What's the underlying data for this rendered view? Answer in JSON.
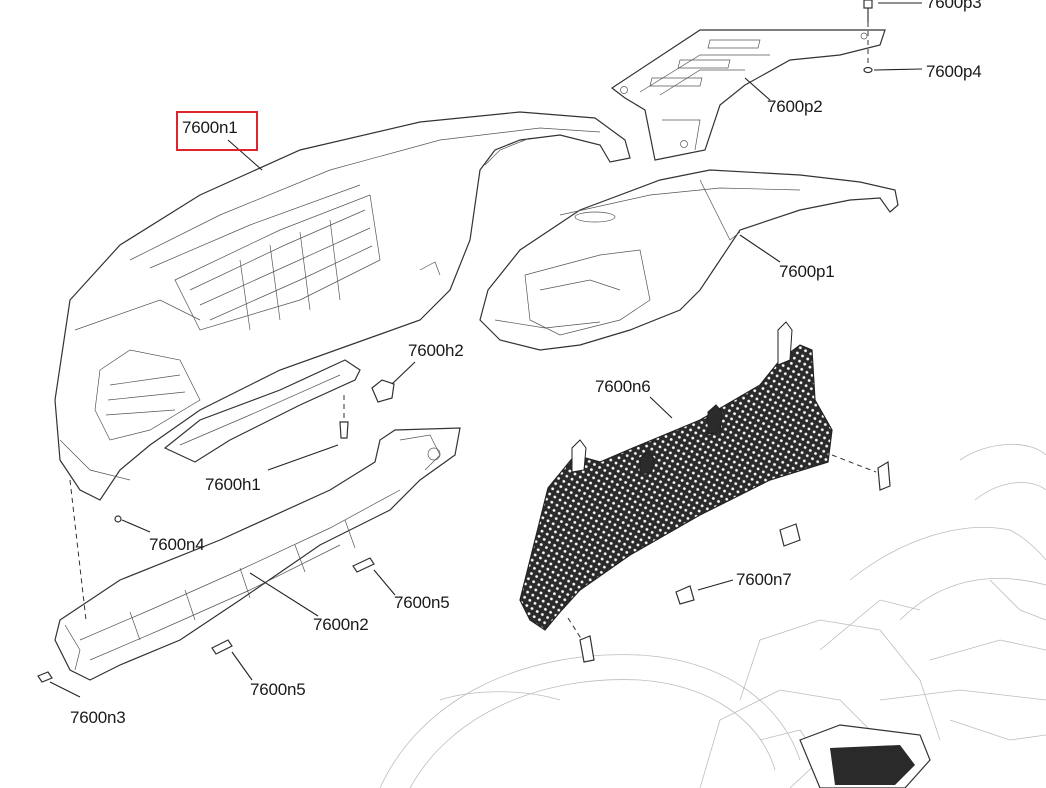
{
  "highlight_color": "#e0242b",
  "callouts": {
    "n1": "7600n1",
    "p3": "7600p3",
    "p4": "7600p4",
    "p2": "7600p2",
    "p1": "7600p1",
    "h2": "7600h2",
    "n6": "7600n6",
    "h1": "7600h1",
    "n4": "7600n4",
    "n7": "7600n7",
    "n5a": "7600n5",
    "n2": "7600n2",
    "n5b": "7600n5",
    "n3": "7600n3"
  }
}
